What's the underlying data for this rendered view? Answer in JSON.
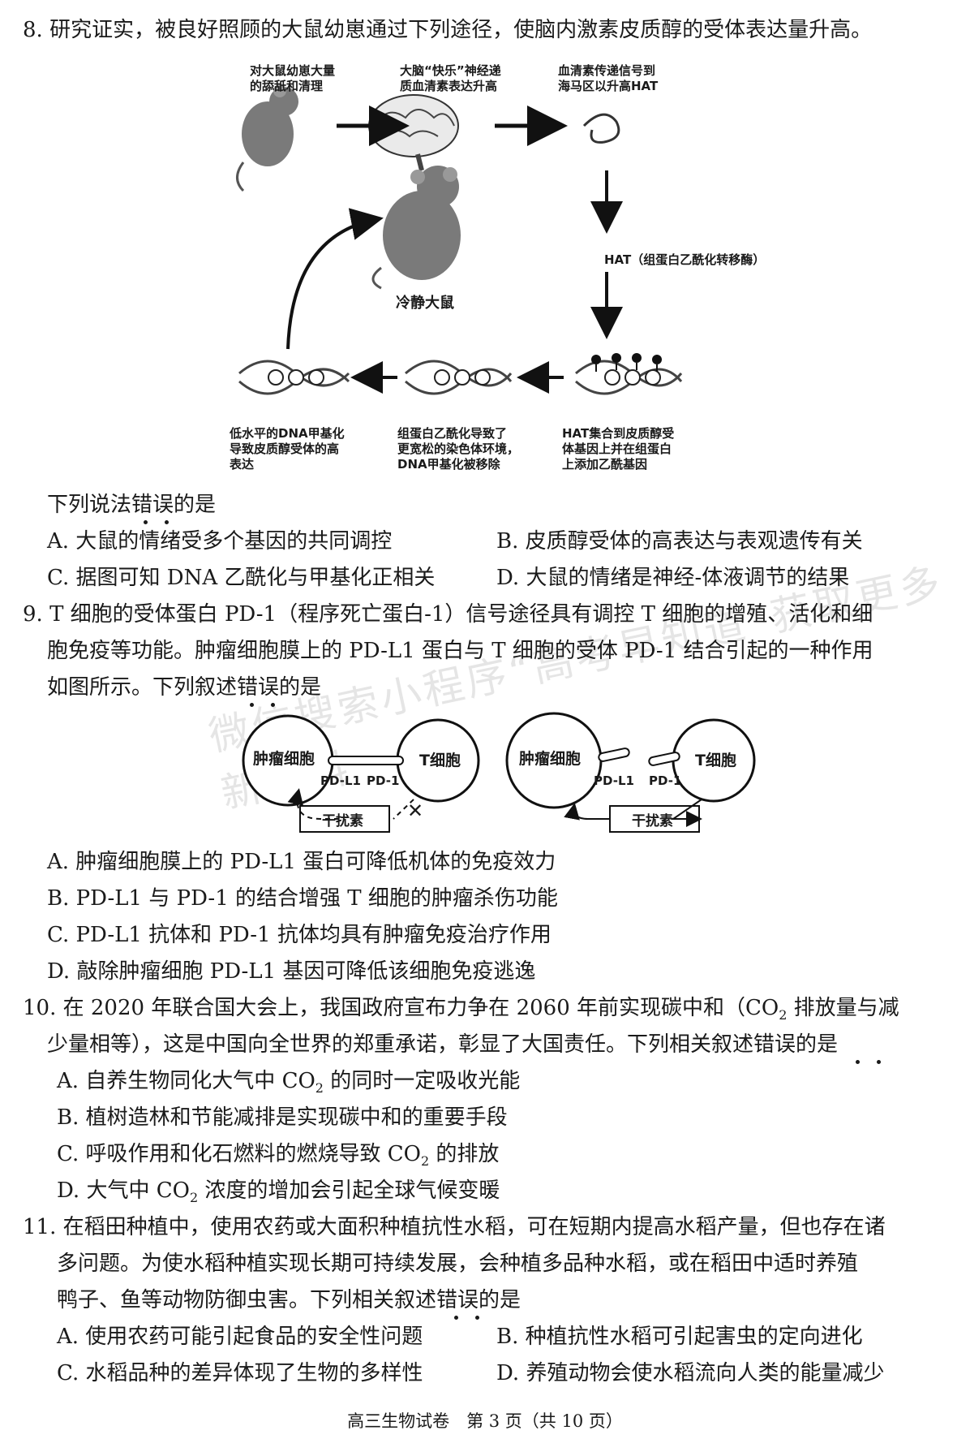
{
  "q8": {
    "stem": "8. 研究证实，被良好照顾的大鼠幼崽通过下列途径，使脑内激素皮质醇的受体表达量升高。",
    "diagram": {
      "step1": "对大鼠幼崽大量\n的舔舐和清理",
      "step2": "大脑“快乐”神经递\n质血清素表达升高",
      "step3": "血清素传递信号到\n海马区以升高HAT",
      "hat_label": "HAT（组蛋白乙酰化转移酶）",
      "calm_rat": "冷静大鼠",
      "step4": "HAT集合到皮质醇受\n体基因上并在组蛋白\n上添加乙酰基因",
      "step5": "组蛋白乙酰化导致了\n更宽松的染色体环境，\nDNA甲基化被移除",
      "step6": "低水平的DNA甲基化\n导致皮质醇受体的高\n表达"
    },
    "question": "下列说法错误的是",
    "options": {
      "A": "A. 大鼠的情绪受多个基因的共同调控",
      "B": "B. 皮质醇受体的高表达与表观遗传有关",
      "C": "C. 据图可知 DNA 乙酰化与甲基化正相关",
      "D": "D. 大鼠的情绪是神经-体液调节的结果"
    }
  },
  "q9": {
    "stem1": "9. T 细胞的受体蛋白 PD-1（程序死亡蛋白-1）信号途径具有调控 T 细胞的增殖、活化和细",
    "stem2": "胞免疫等功能。肿瘤细胞膜上的 PD-L1 蛋白与 T 细胞的受体 PD-1 结合引起的一种作用",
    "stem3": "如图所示。下列叙述错误的是",
    "diagram": {
      "tumor_cell": "肿瘤细胞",
      "t_cell": "T细胞",
      "pdl1": "PD-L1",
      "pd1": "PD-1",
      "interferon": "干扰素",
      "block_mark": "✕"
    },
    "options": {
      "A": "A. 肿瘤细胞膜上的 PD-L1 蛋白可降低机体的免疫效力",
      "B": "B. PD-L1 与 PD-1 的结合增强 T 细胞的肿瘤杀伤功能",
      "C": "C. PD-L1 抗体和 PD-1 抗体均具有肿瘤免疫治疗作用",
      "D": "D. 敲除肿瘤细胞 PD-L1 基因可降低该细胞免疫逃逸"
    }
  },
  "q10": {
    "stem1_a": "10. 在 2020 年联合国大会上，我国政府宣布力争在 2060 年前实现碳中和（CO",
    "stem1_sub": "2",
    "stem1_b": " 排放量与减",
    "stem2": "少量相等），这是中国向全世界的郑重承诺，彰显了大国责任。下列相关叙述错误的是",
    "options": {
      "A_a": "A. 自养生物同化大气中 CO",
      "A_sub": "2",
      "A_b": " 的同时一定吸收光能",
      "B": "B. 植树造林和节能减排是实现碳中和的重要手段",
      "C_a": "C. 呼吸作用和化石燃料的燃烧导致 CO",
      "C_sub": "2",
      "C_b": " 的排放",
      "D_a": "D. 大气中 CO",
      "D_sub": "2",
      "D_b": " 浓度的增加会引起全球气候变暖"
    }
  },
  "q11": {
    "stem1": "11. 在稻田种植中，使用农药或大面积种植抗性水稻，可在短期内提高水稻产量，但也存在诸",
    "stem2": "多问题。为使水稻种植实现长期可持续发展，会种植多品种水稻，或在稻田中适时养殖",
    "stem3": "鸭子、鱼等动物防御虫害。下列相关叙述错误的是",
    "options": {
      "A": "A. 使用农药可能引起食品的安全性问题",
      "B": "B. 种植抗性水稻可引起害虫的定向进化",
      "C": "C. 水稻品种的差异体现了生物的多样性",
      "D": "D. 养殖动物会使水稻流向人类的能量减少"
    }
  },
  "watermark": "微信搜索小程序“高考早知道”获取更多新资料",
  "footer": "高三生物试卷　第 3 页（共 10 页）"
}
